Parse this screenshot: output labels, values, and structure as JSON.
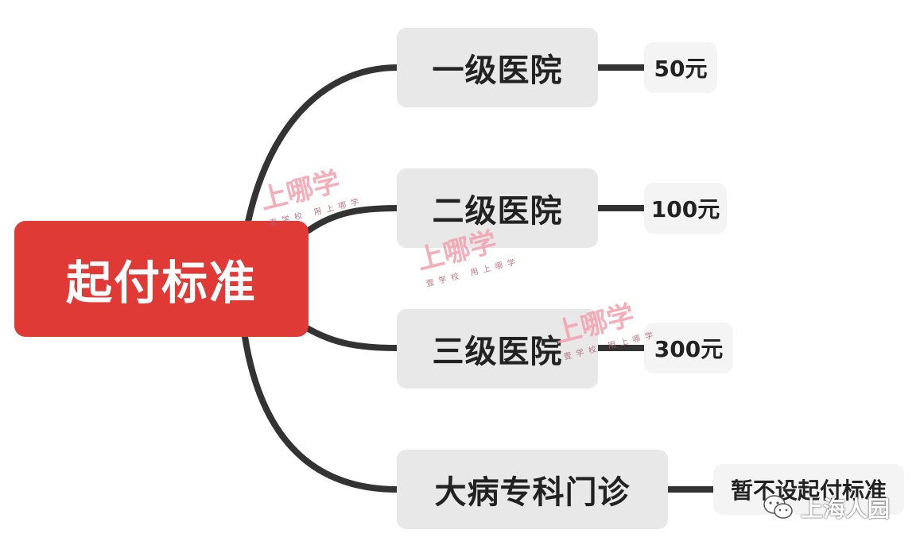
{
  "diagram": {
    "root": {
      "label": "起付标准",
      "color": "#e03a36"
    },
    "branches": [
      {
        "label": "一级医院",
        "value": "50元"
      },
      {
        "label": "二级医院",
        "value": "100元"
      },
      {
        "label": "三级医院",
        "value": "300元"
      },
      {
        "label": "大病专科门诊",
        "value": "暂不设起付标准"
      }
    ],
    "connector_color": "#333333"
  },
  "watermark": {
    "logo_text": "上哪学",
    "tagline": "壹学校 用上哪学"
  },
  "credit": {
    "icon": "wechat-icon",
    "text": "上海人园"
  }
}
